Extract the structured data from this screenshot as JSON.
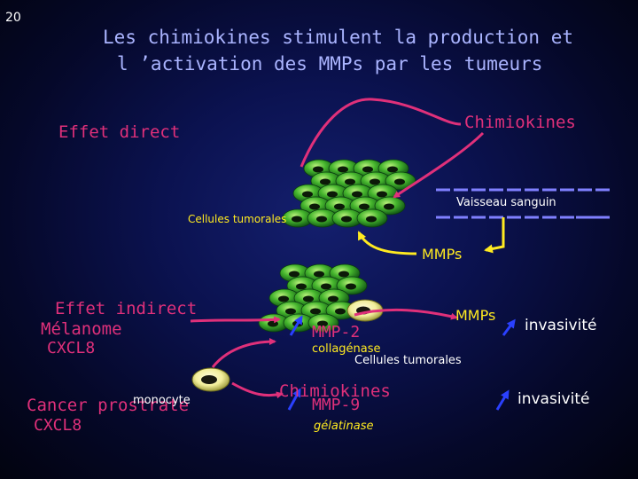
{
  "slide": {
    "number": "20",
    "title_line1": "Les chimiokines stimulent la production et",
    "title_line2": "l ’activation des MMPs par les tumeurs"
  },
  "direct": {
    "heading": "Effet direct",
    "chemokines": "Chimiokines",
    "vessel": "Vaisseau sanguin",
    "tumor_cells": "Cellules tumorales",
    "mmps": "MMPs"
  },
  "indirect": {
    "heading": "Effet indirect",
    "melanoma": "Mélanome",
    "melanoma_chemokine": "CXCL8",
    "prostate": "Cancer prostrate",
    "prostate_chemokine": "CXCL8",
    "monocyte": "monocyte",
    "mmp2": "MMP-2",
    "collagenase": "collagénase",
    "tumor_cells": "Cellules tumorales",
    "mmps": "MMPs",
    "invasivity_1": "invasivité",
    "chemokines": "Chimiokines",
    "mmp9": "MMP-9",
    "gelatinase": "gélatinase",
    "invasivity_2": "invasivité"
  },
  "colors": {
    "title": "#aab4ff",
    "magenta": "#e0307a",
    "yellow": "#ffea20",
    "vessel": "#8080ff",
    "cell_green": "#3fb82e",
    "up_arrow": "#2a40ff",
    "text_white": "#ffffff"
  },
  "icons": {
    "up_arrow": "up-arrow-icon",
    "tumor_cluster": "tumor-cell-cluster",
    "monocyte": "monocyte-cell"
  }
}
